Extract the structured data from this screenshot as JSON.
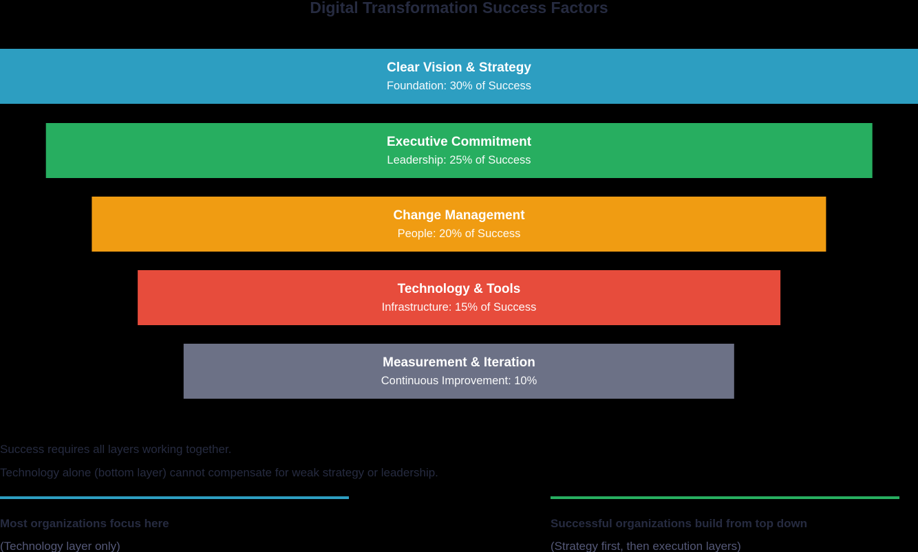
{
  "title": "Digital Transformation Success Factors",
  "funnel": {
    "layers": [
      {
        "title": "Clear Vision & Strategy",
        "subtitle": "Foundation: 30% of Success",
        "percent": 30,
        "color": "#2D9EC1",
        "width_pct": 100
      },
      {
        "title": "Executive Commitment",
        "subtitle": "Leadership: 25% of Success",
        "percent": 25,
        "color": "#27AE60",
        "width_pct": 90
      },
      {
        "title": "Change Management",
        "subtitle": "People: 20% of Success",
        "percent": 20,
        "color": "#F09C12",
        "width_pct": 80
      },
      {
        "title": "Technology & Tools",
        "subtitle": "Infrastructure: 15% of Success",
        "percent": 15,
        "color": "#E74C3C",
        "width_pct": 70
      },
      {
        "title": "Measurement & Iteration",
        "subtitle": "Continuous Improvement: 10%",
        "percent": 10,
        "color": "#6C7186",
        "width_pct": 60
      }
    ]
  },
  "notes": [
    "Success requires all layers working together.",
    "Technology alone (bottom layer) cannot compensate for weak strategy or leadership."
  ],
  "annotations": {
    "left": {
      "rule_color": "#2D9EC1",
      "heading": "Most organizations focus here",
      "detail": "(Technology layer only)"
    },
    "right": {
      "rule_color": "#27AE60",
      "heading": "Successful organizations build from top down",
      "detail": "(Strategy first, then execution layers)"
    }
  },
  "colors": {
    "background": "#000000",
    "text_dark": "#262B40",
    "text_muted": "#545877",
    "bar_text": "#FFFFFF"
  }
}
